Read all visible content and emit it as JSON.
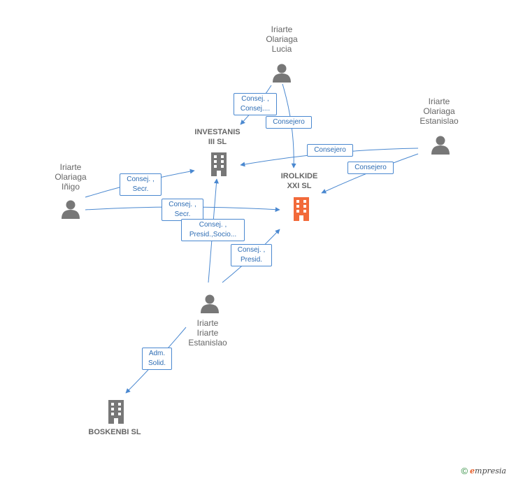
{
  "colors": {
    "edge": "#4a88d0",
    "person": "#777777",
    "company": "#777777",
    "focus_company": "#f26a3a",
    "label": "#666666"
  },
  "nodes": {
    "lucia": {
      "label": "Iriarte\nOlariaga\nLucia",
      "icon": "person-icon"
    },
    "estanislao_o": {
      "label": "Iriarte\nOlariaga\nEstanislao",
      "icon": "person-icon"
    },
    "inigo": {
      "label": "Iriarte\nOlariaga\nIñigo",
      "icon": "person-icon"
    },
    "estanislao_i": {
      "label": "Iriarte\nIriarte\nEstanislao",
      "icon": "person-icon"
    },
    "investanis": {
      "label": "INVESTANIS\nIII SL",
      "icon": "building-icon"
    },
    "irolkide": {
      "label": "IROLKIDE\nXXI SL",
      "icon": "building-icon"
    },
    "boskenbi": {
      "label": "BOSKENBI SL",
      "icon": "building-icon"
    }
  },
  "edges": [
    {
      "label": "Consej. ,\nConsej...."
    },
    {
      "label": "Consejero"
    },
    {
      "label": "Consejero"
    },
    {
      "label": "Consejero"
    },
    {
      "label": "Consej. ,\nSecr."
    },
    {
      "label": "Consej. ,\nSecr."
    },
    {
      "label": "Consej. ,\nPresid.,Socio..."
    },
    {
      "label": "Consej. ,\nPresid."
    },
    {
      "label": "Adm.\nSolid."
    }
  ],
  "footer": {
    "copyright": "©",
    "brand_initial": "e",
    "brand_rest": "mpresia"
  }
}
